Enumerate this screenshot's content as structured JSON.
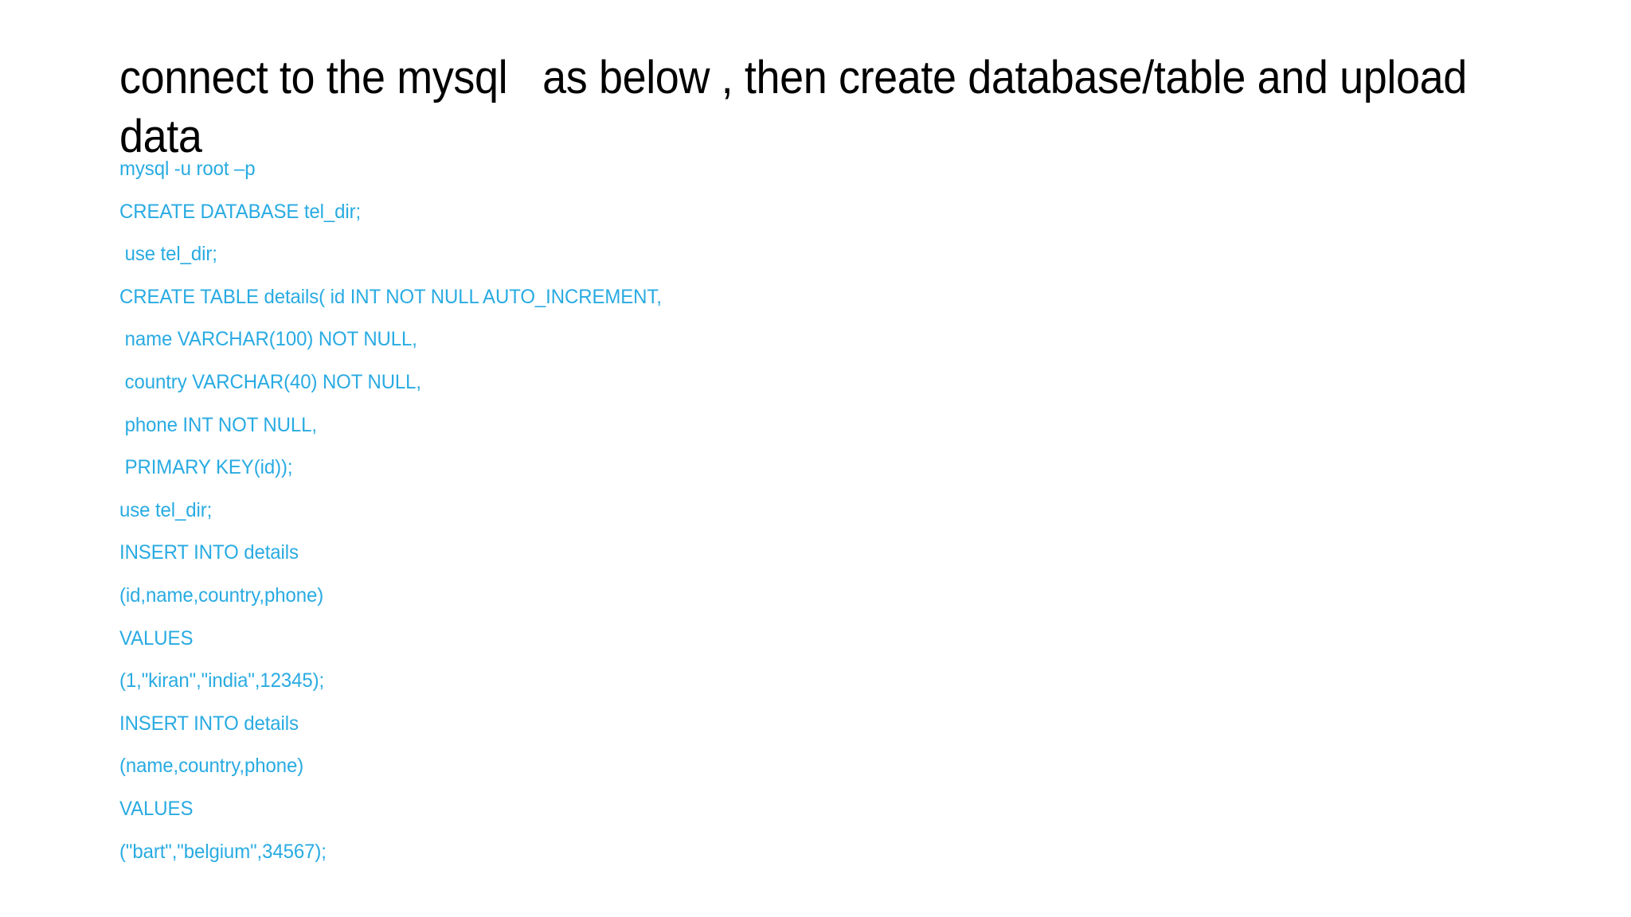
{
  "slide": {
    "background_color": "#FFFFFF",
    "title": "connect to the mysql   as below , then create database/table and upload data",
    "title_color": "#000000",
    "body_color": "#29ABE2",
    "code_lines": [
      "mysql -u root –p",
      "CREATE DATABASE tel_dir;",
      " use tel_dir;",
      "CREATE TABLE details( id INT NOT NULL AUTO_INCREMENT,",
      " name VARCHAR(100) NOT NULL,",
      " country VARCHAR(40) NOT NULL,",
      " phone INT NOT NULL,",
      " PRIMARY KEY(id));",
      "use tel_dir;",
      "INSERT INTO details",
      "(id,name,country,phone)",
      "VALUES",
      "(1,\"kiran\",\"india\",12345);",
      "INSERT INTO details",
      "(name,country,phone)",
      "VALUES",
      "(\"bart\",\"belgium\",34567);"
    ]
  }
}
